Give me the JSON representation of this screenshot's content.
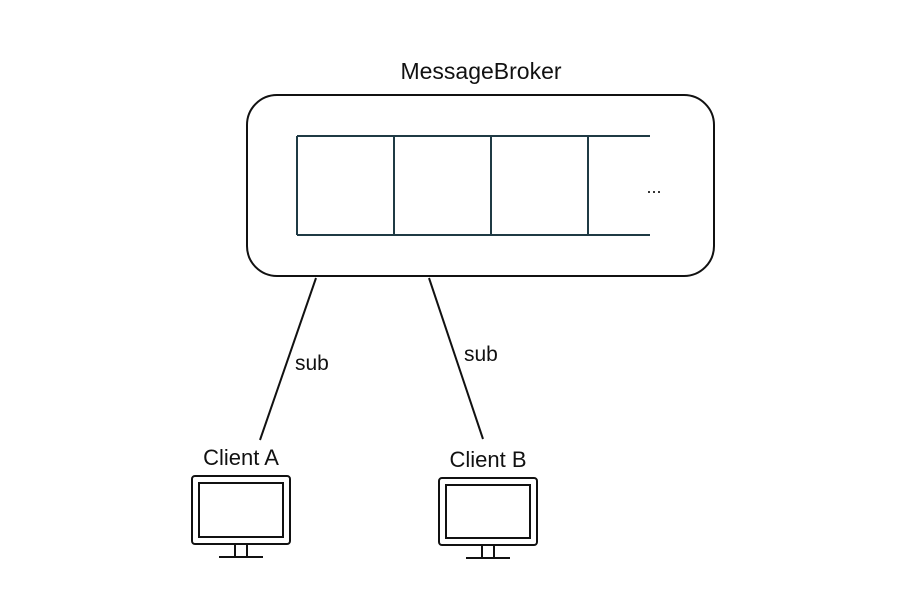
{
  "broker": {
    "title": "MessageBroker",
    "queue_ellipsis": "..."
  },
  "edges": [
    {
      "label": "sub"
    },
    {
      "label": "sub"
    }
  ],
  "clients": [
    {
      "label": "Client A"
    },
    {
      "label": "Client B"
    }
  ],
  "colors": {
    "stroke": "#111111",
    "queue_stroke": "#1f3a44",
    "background": "#ffffff"
  }
}
